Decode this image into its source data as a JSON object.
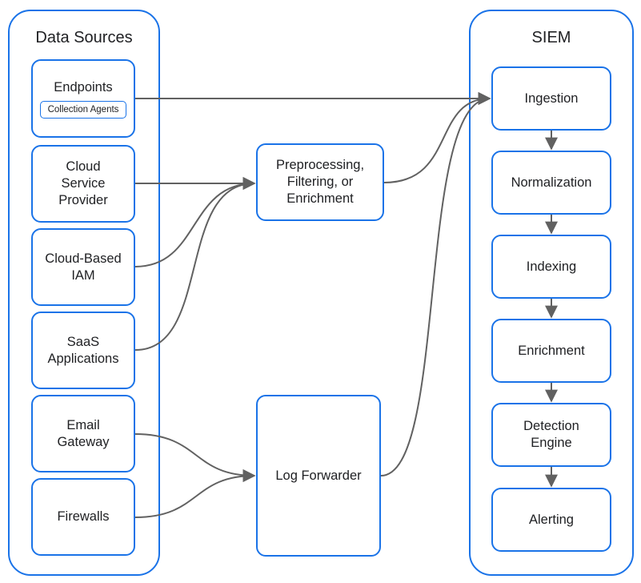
{
  "groups": {
    "sources": {
      "title": "Data Sources"
    },
    "siem": {
      "title": "SIEM"
    }
  },
  "sources": {
    "endpoints": {
      "label": "Endpoints",
      "sub_label": "Collection Agents"
    },
    "cloud_provider": {
      "label": "Cloud\nService\nProvider"
    },
    "cloud_iam": {
      "label": "Cloud-Based\nIAM"
    },
    "saas": {
      "label": "SaaS\nApplications"
    },
    "email": {
      "label": "Email\nGateway"
    },
    "firewalls": {
      "label": "Firewalls"
    }
  },
  "middle": {
    "preprocessing": {
      "label": "Preprocessing,\nFiltering, or\nEnrichment"
    },
    "log_forwarder": {
      "label": "Log Forwarder"
    }
  },
  "siem_stages": {
    "ingestion": {
      "label": "Ingestion"
    },
    "normalization": {
      "label": "Normalization"
    },
    "indexing": {
      "label": "Indexing"
    },
    "enrichment": {
      "label": "Enrichment"
    },
    "detection": {
      "label": "Detection\nEngine"
    },
    "alerting": {
      "label": "Alerting"
    }
  },
  "edges": [
    {
      "from": "endpoints",
      "to": "ingestion"
    },
    {
      "from": "cloud_provider",
      "to": "preprocessing"
    },
    {
      "from": "cloud_iam",
      "to": "preprocessing"
    },
    {
      "from": "saas",
      "to": "preprocessing"
    },
    {
      "from": "preprocessing",
      "to": "ingestion"
    },
    {
      "from": "email",
      "to": "log_forwarder"
    },
    {
      "from": "firewalls",
      "to": "log_forwarder"
    },
    {
      "from": "log_forwarder",
      "to": "ingestion"
    },
    {
      "from": "ingestion",
      "to": "normalization"
    },
    {
      "from": "normalization",
      "to": "indexing"
    },
    {
      "from": "indexing",
      "to": "enrichment"
    },
    {
      "from": "enrichment",
      "to": "detection"
    },
    {
      "from": "detection",
      "to": "alerting"
    }
  ],
  "colors": {
    "border": "#1a73e8",
    "edge": "#616161"
  }
}
